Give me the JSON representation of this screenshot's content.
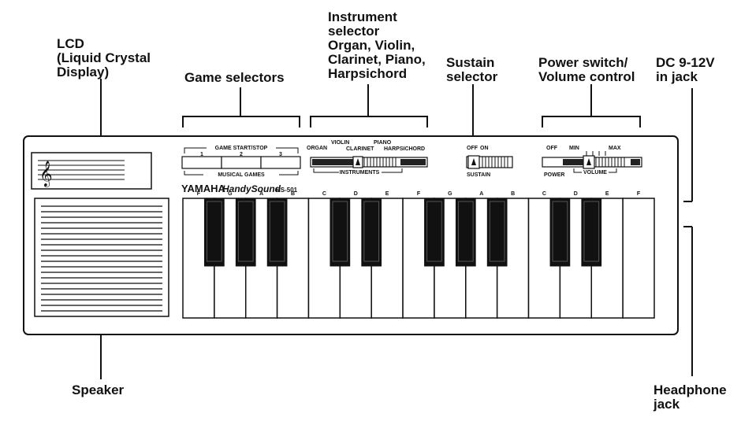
{
  "callouts": {
    "lcd": "LCD\n(Liquid Crystal\nDisplay)",
    "game_selectors": "Game selectors",
    "instrument_selector": "Instrument\nselector\nOrgan, Violin,\nClarinet, Piano,\nHarpsichord",
    "sustain_selector": "Sustain\nselector",
    "power_volume": "Power switch/\nVolume control",
    "dc_jack": "DC 9-12V\nin jack",
    "speaker": "Speaker",
    "headphone_jack": "Headphone\njack"
  },
  "panel": {
    "game_start_stop": "GAME START/STOP",
    "game_numbers": [
      "1",
      "2",
      "3"
    ],
    "musical_games": "MUSICAL GAMES",
    "instrument_names": [
      "ORGAN",
      "VIOLIN",
      "CLARINET",
      "PIANO",
      "HARPSICHORD"
    ],
    "instruments_label": "INSTRUMENTS",
    "sustain_off": "OFF",
    "sustain_on": "ON",
    "sustain_label": "SUSTAIN",
    "power_off": "OFF",
    "power_label": "POWER",
    "vol_min": "MIN",
    "vol_max": "MAX",
    "volume_label": "VOLUME"
  },
  "brand": {
    "maker": "YAMAHA",
    "model": "HandySound",
    "model_no": "HS-501"
  },
  "key_labels": [
    "F",
    "G",
    "A",
    "B",
    "C",
    "D",
    "E",
    "F",
    "G",
    "A",
    "B",
    "C",
    "D",
    "E",
    "F"
  ]
}
